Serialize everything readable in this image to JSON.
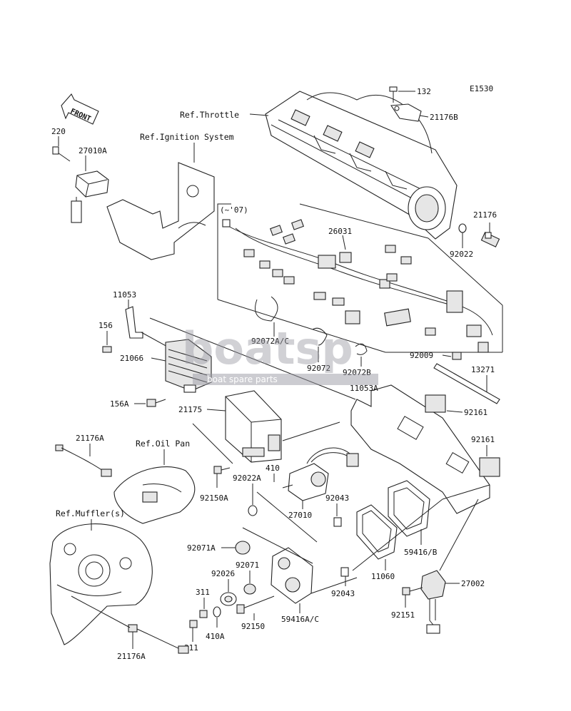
{
  "diagram": {
    "code": "E1530",
    "front_label": "FRONT",
    "refs": {
      "throttle": "Ref.Throttle",
      "ignition": "Ref.Ignition System",
      "oil_pan": "Ref.Oil Pan",
      "muffler": "Ref.Muffler(s)",
      "year_note": "(~'07)"
    },
    "parts": {
      "p132": "132",
      "p21176B": "21176B",
      "p220": "220",
      "p27010A": "27010A",
      "p26031": "26031",
      "p21176": "21176",
      "p92022": "92022",
      "p11053": "11053",
      "p156": "156",
      "p21066": "21066",
      "p92072AC": "92072A/C",
      "p92072": "92072",
      "p92072B": "92072B",
      "p92009": "92009",
      "p13271": "13271",
      "p156A": "156A",
      "p11053A": "11053A",
      "p21175": "21175",
      "p92161a": "92161",
      "p92161b": "92161",
      "p21176A_top": "21176A",
      "p410": "410",
      "p92022A": "92022A",
      "p92150A": "92150A",
      "p27010": "27010",
      "p92043a": "92043",
      "p59416B": "59416/B",
      "p92071A": "92071A",
      "p92071": "92071",
      "p92026": "92026",
      "p11060": "11060",
      "p311a": "311",
      "p92043b": "92043",
      "p27002": "27002",
      "p410A": "410A",
      "p92150": "92150",
      "p59416AC": "59416A/C",
      "p92151": "92151",
      "p311b": "311",
      "p21176A_bot": "21176A"
    }
  },
  "watermark": {
    "brand": "boatsp",
    "tagline": "boat spare parts"
  }
}
